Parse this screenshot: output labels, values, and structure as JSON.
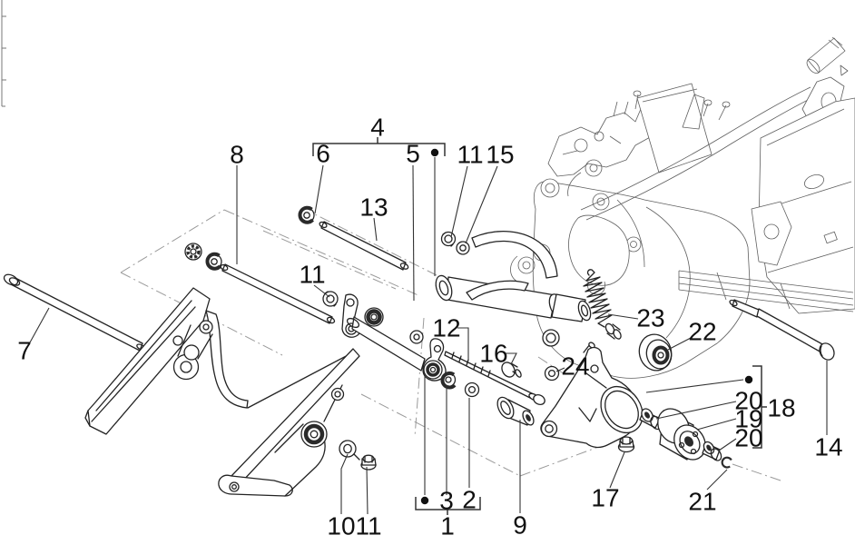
{
  "figure": {
    "kind": "exploded-parts-diagram",
    "description": "Exploded view technical drawing of an engine mounting swinging arm assembly with numbered part callouts and an engine illustration at upper right",
    "background_color": "#ffffff",
    "part_line_color": "#232323",
    "engine_line_color": "#5f5f5f",
    "phantom_line_color": "#9a9a9a",
    "label_color": "#111111"
  },
  "callouts": {
    "c1": {
      "text": "1"
    },
    "c2": {
      "text": "2"
    },
    "c3": {
      "text": "3"
    },
    "c4": {
      "text": "4"
    },
    "c5": {
      "text": "5"
    },
    "c6": {
      "text": "6"
    },
    "c7": {
      "text": "7"
    },
    "c8": {
      "text": "8"
    },
    "c9": {
      "text": "9"
    },
    "c10": {
      "text": "10"
    },
    "c11a": {
      "text": "11"
    },
    "c11b": {
      "text": "11"
    },
    "c11c": {
      "text": "11"
    },
    "c12": {
      "text": "12"
    },
    "c13": {
      "text": "13"
    },
    "c14": {
      "text": "14"
    },
    "c15": {
      "text": "15"
    },
    "c16": {
      "text": "16"
    },
    "c17": {
      "text": "17"
    },
    "c18": {
      "text": "18"
    },
    "c19": {
      "text": "19"
    },
    "c20a": {
      "text": "20"
    },
    "c20b": {
      "text": "20"
    },
    "c21": {
      "text": "21"
    },
    "c22": {
      "text": "22"
    },
    "c23": {
      "text": "23"
    },
    "c24": {
      "text": "24"
    }
  }
}
